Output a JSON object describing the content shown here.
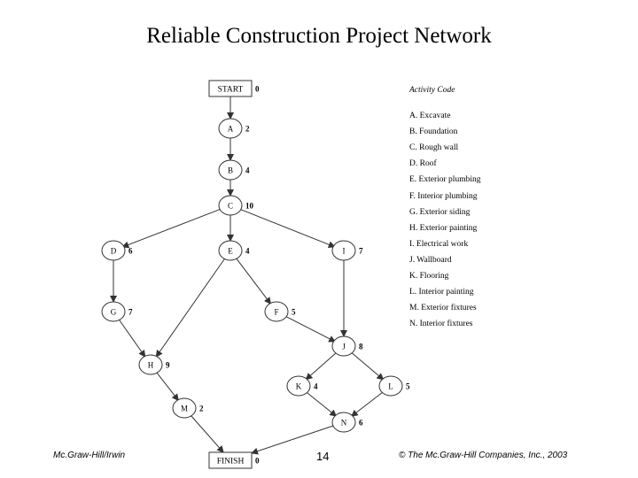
{
  "title": "Reliable Construction Project Network",
  "network": {
    "nodes": [
      {
        "id": "START",
        "label": "START",
        "duration": "0"
      },
      {
        "id": "A",
        "label": "A",
        "duration": "2"
      },
      {
        "id": "B",
        "label": "B",
        "duration": "4"
      },
      {
        "id": "C",
        "label": "C",
        "duration": "10"
      },
      {
        "id": "D",
        "label": "D",
        "duration": "6"
      },
      {
        "id": "E",
        "label": "E",
        "duration": "4"
      },
      {
        "id": "I",
        "label": "I",
        "duration": "7"
      },
      {
        "id": "G",
        "label": "G",
        "duration": "7"
      },
      {
        "id": "F",
        "label": "F",
        "duration": "5"
      },
      {
        "id": "J",
        "label": "J",
        "duration": "8"
      },
      {
        "id": "H",
        "label": "H",
        "duration": "9"
      },
      {
        "id": "K",
        "label": "K",
        "duration": "4"
      },
      {
        "id": "L",
        "label": "L",
        "duration": "5"
      },
      {
        "id": "M",
        "label": "M",
        "duration": "2"
      },
      {
        "id": "N",
        "label": "N",
        "duration": "6"
      },
      {
        "id": "FINISH",
        "label": "FINISH",
        "duration": "0"
      }
    ],
    "edges": [
      [
        "START",
        "A"
      ],
      [
        "A",
        "B"
      ],
      [
        "B",
        "C"
      ],
      [
        "C",
        "D"
      ],
      [
        "C",
        "E"
      ],
      [
        "C",
        "I"
      ],
      [
        "D",
        "G"
      ],
      [
        "E",
        "F"
      ],
      [
        "E",
        "H"
      ],
      [
        "G",
        "H"
      ],
      [
        "F",
        "J"
      ],
      [
        "I",
        "J"
      ],
      [
        "J",
        "K"
      ],
      [
        "J",
        "L"
      ],
      [
        "H",
        "M"
      ],
      [
        "K",
        "N"
      ],
      [
        "L",
        "N"
      ],
      [
        "M",
        "FINISH"
      ],
      [
        "N",
        "FINISH"
      ]
    ]
  },
  "legend": {
    "title": "Activity Code",
    "items": [
      "A. Excavate",
      "B. Foundation",
      "C. Rough wall",
      "D. Roof",
      "E. Exterior plumbing",
      "F. Interior plumbing",
      "G. Exterior siding",
      "H. Exterior painting",
      "I. Electrical work",
      "J. Wallboard",
      "K. Flooring",
      "L. Interior painting",
      "M. Exterior fixtures",
      "N. Interior fixtures"
    ]
  },
  "footer": {
    "left": "Mc.Graw-Hill/Irwin",
    "page": "14",
    "right": "© The Mc.Graw-Hill Companies, Inc., 2003"
  }
}
